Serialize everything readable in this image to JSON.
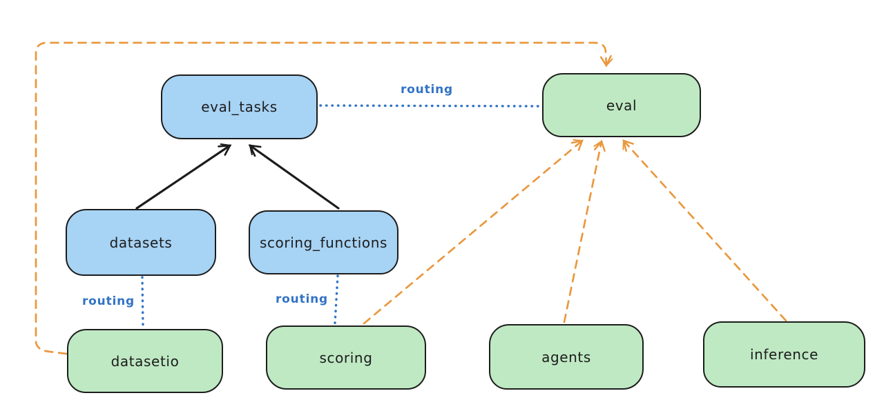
{
  "diagram": {
    "kind": "excalidraw-style architecture diagram",
    "colors": {
      "resource_fill_blue": "#a7d3f4",
      "provider_fill_green": "#bfe9c3",
      "node_stroke": "#1c1c1c",
      "routing_blue": "#3273c5",
      "dashed_orange": "#e9983e",
      "solid_arrow_black": "#1c1c1c"
    },
    "nodes": {
      "eval_tasks": {
        "label": "eval_tasks",
        "color": "blue"
      },
      "eval": {
        "label": "eval",
        "color": "green"
      },
      "datasets": {
        "label": "datasets",
        "color": "blue"
      },
      "scoring_functions": {
        "label": "scoring_functions",
        "color": "blue"
      },
      "datasetio": {
        "label": "datasetio",
        "color": "green"
      },
      "scoring": {
        "label": "scoring",
        "color": "green"
      },
      "agents": {
        "label": "agents",
        "color": "green"
      },
      "inference": {
        "label": "inference",
        "color": "green"
      }
    },
    "edges": [
      {
        "from": "eval_tasks",
        "to": "eval",
        "label": "routing",
        "style": "blue-dotted"
      },
      {
        "from": "datasets",
        "to": "datasetio",
        "label": "routing",
        "style": "blue-dotted"
      },
      {
        "from": "scoring_functions",
        "to": "scoring",
        "label": "routing",
        "style": "blue-dotted"
      },
      {
        "from": "datasets",
        "to": "eval_tasks",
        "label": "",
        "style": "black-solid-arrow"
      },
      {
        "from": "scoring_functions",
        "to": "eval_tasks",
        "label": "",
        "style": "black-solid-arrow"
      },
      {
        "from": "datasetio",
        "to": "eval",
        "label": "",
        "style": "orange-dashed-arrow-elbow"
      },
      {
        "from": "scoring",
        "to": "eval",
        "label": "",
        "style": "orange-dashed-arrow"
      },
      {
        "from": "agents",
        "to": "eval",
        "label": "",
        "style": "orange-dashed-arrow"
      },
      {
        "from": "inference",
        "to": "eval",
        "label": "",
        "style": "orange-dashed-arrow"
      }
    ]
  }
}
